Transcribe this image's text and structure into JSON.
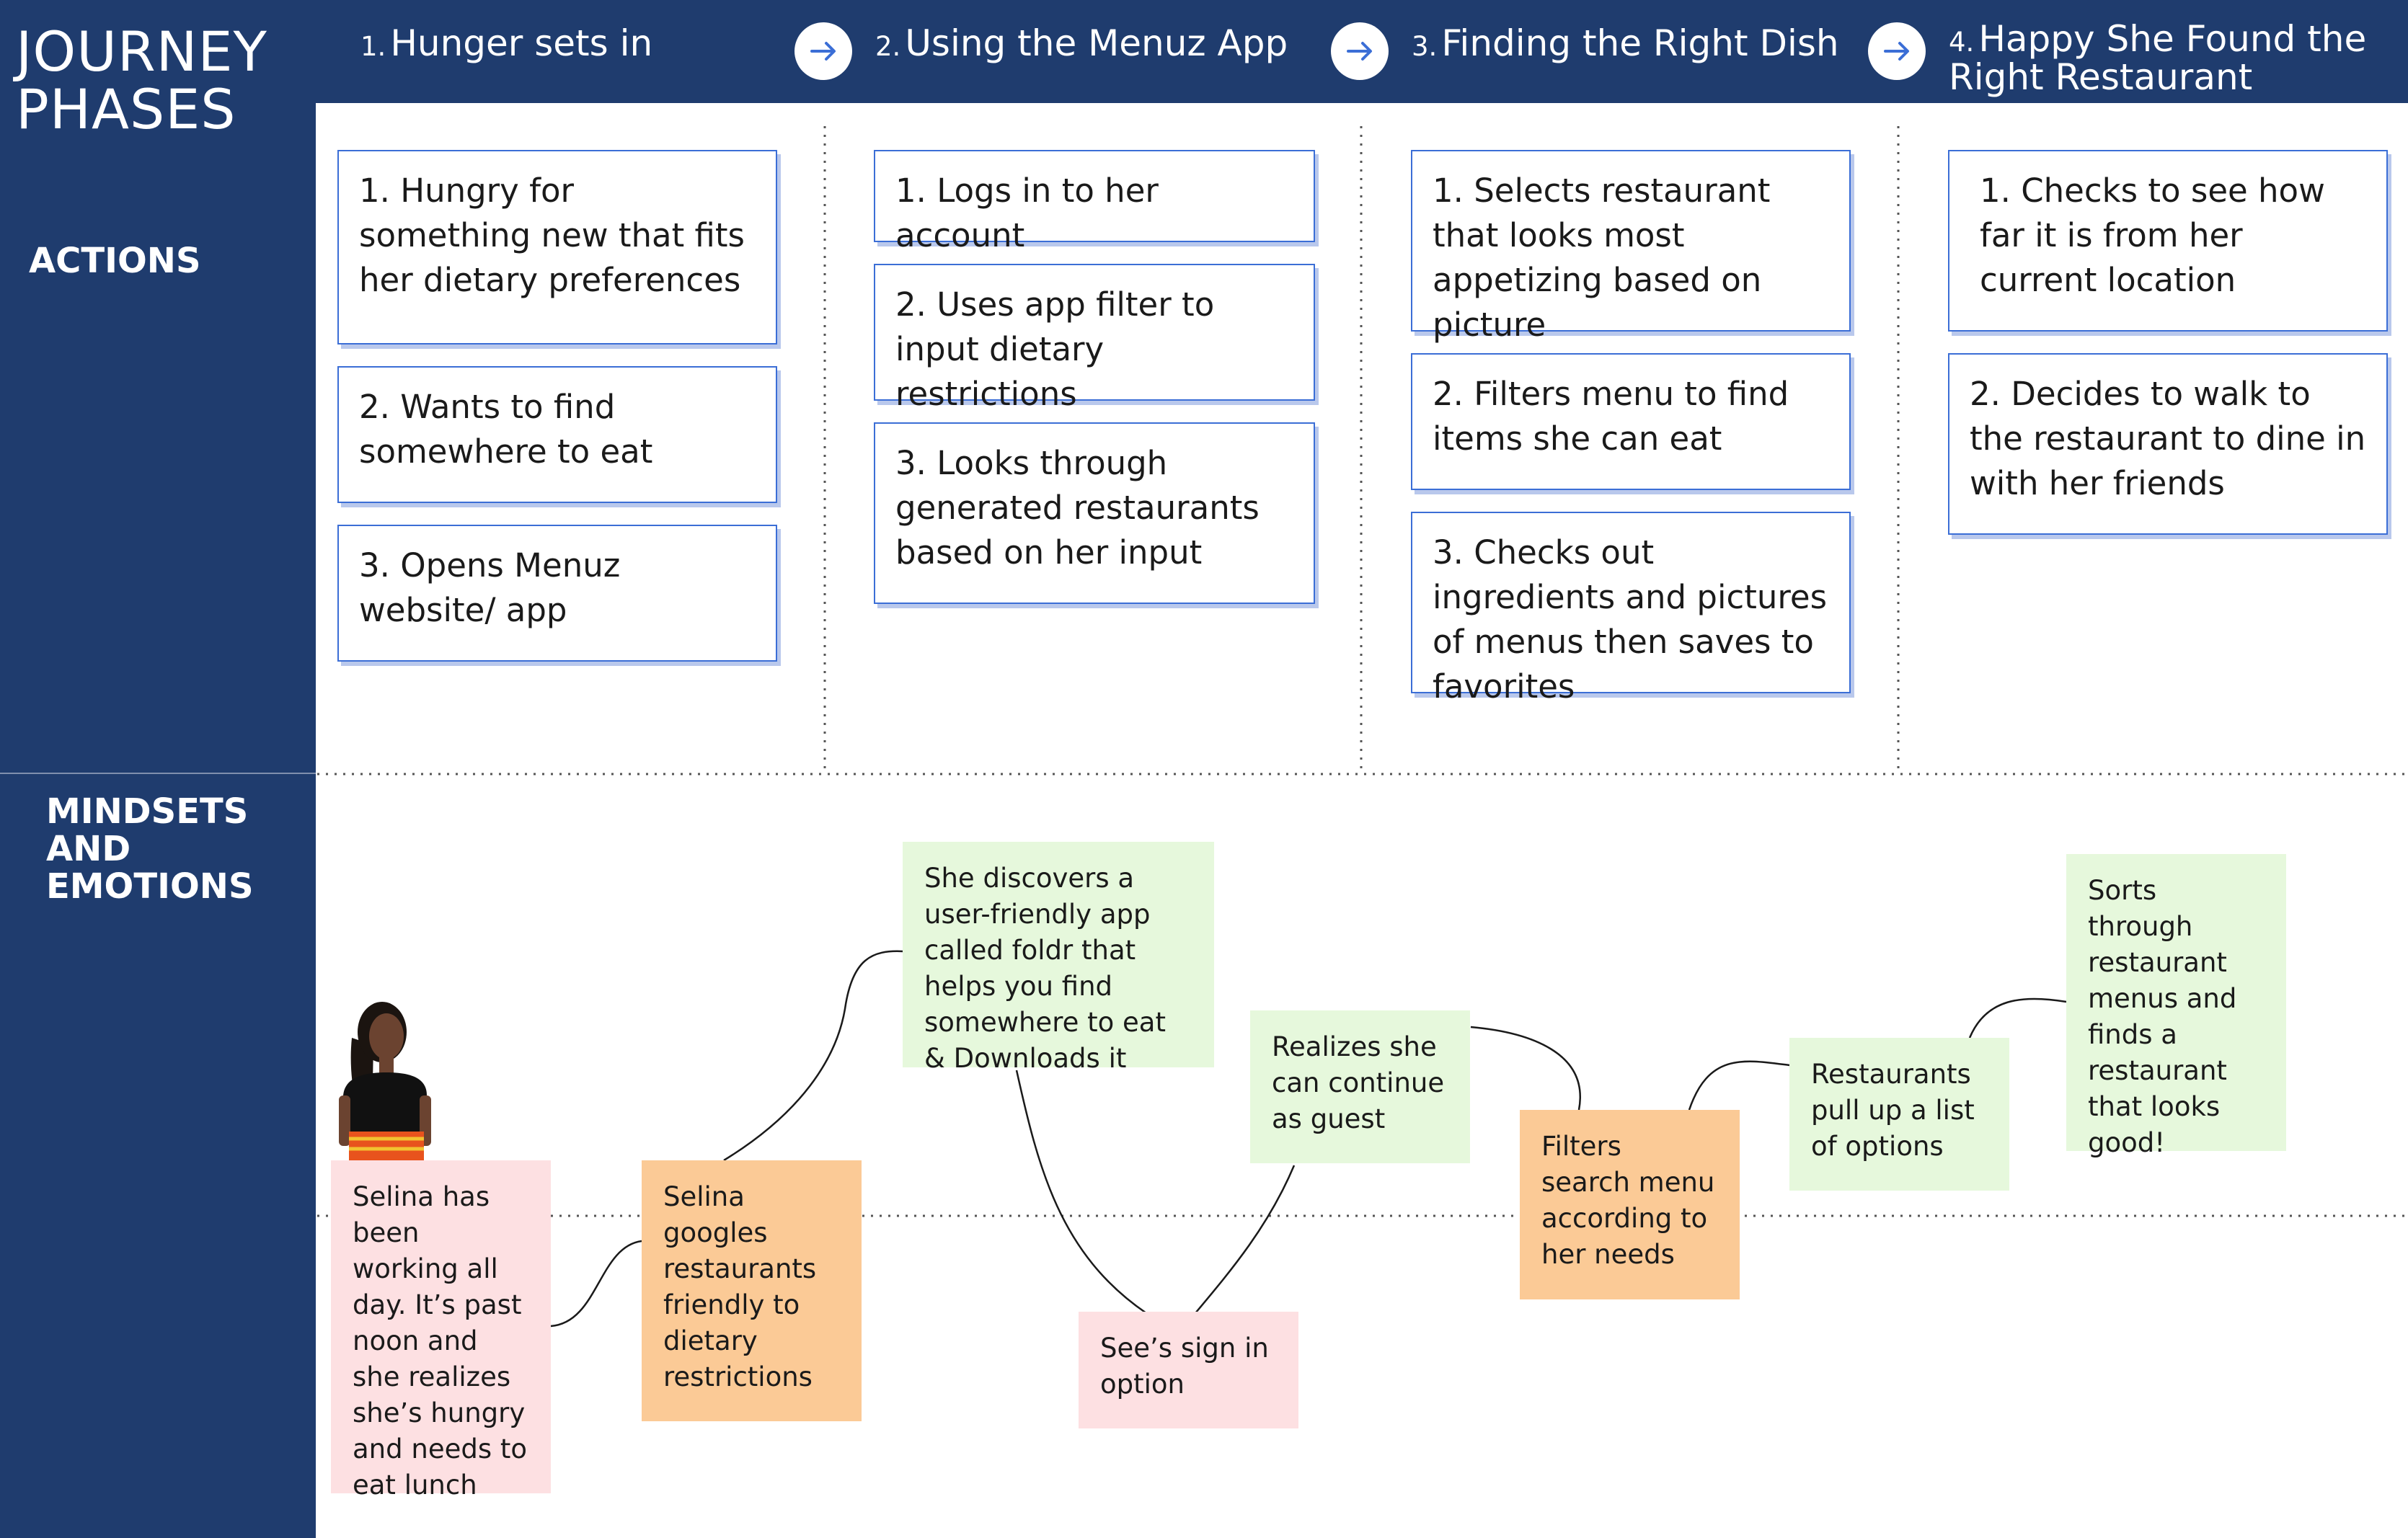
{
  "title": "JOURNEY PHASES",
  "rows": {
    "actions": "ACTIONS",
    "mindsets": "MINDSETS AND EMOTIONS"
  },
  "phases": [
    {
      "num": "1.",
      "label": "Hunger sets in"
    },
    {
      "num": "2.",
      "label": "Using the Menuz App"
    },
    {
      "num": "3.",
      "label": "Finding the Right Dish"
    },
    {
      "num": "4.",
      "label": "Happy She Found the Right Restaurant"
    }
  ],
  "icons": {
    "phase_arrow": "arrow-right-icon"
  },
  "actions": [
    [
      "1. Hungry for something new that fits her dietary preferences",
      "2. Wants to find somewhere to eat",
      "3. Opens Menuz website/ app"
    ],
    [
      "1. Logs in to her account",
      "2. Uses app filter to input dietary restrictions",
      "3. Looks through generated restaurants based on her input"
    ],
    [
      "1. Selects restaurant that looks most appetizing based on picture",
      "2.  Filters menu to find items she can eat",
      "3. Checks out ingredients and pictures of menus then saves to favorites"
    ],
    [
      "1.  Checks to see how far it is from her current location",
      "2. Decides to walk to the restaurant to dine in with her friends"
    ]
  ],
  "emotions": [
    {
      "text": "Selina has been working all day. It’s past noon and she realizes she’s hungry and needs to eat lunch",
      "color": "pink"
    },
    {
      "text": "Selina googles restaurants friendly to dietary restrictions",
      "color": "orange"
    },
    {
      "text": "She discovers a user-friendly app called foldr that helps you find somewhere to eat & Downloads it",
      "color": "green"
    },
    {
      "text": "See’s sign in option",
      "color": "pink"
    },
    {
      "text": "Realizes she can continue as guest",
      "color": "green"
    },
    {
      "text": "Filters search menu according to her needs",
      "color": "orange"
    },
    {
      "text": "Restaurants pull up a list of options",
      "color": "green"
    },
    {
      "text": "Sorts through restaurant menus and finds a restaurant that looks good!",
      "color": "green"
    }
  ],
  "colors": {
    "navy": "#1f3c6e",
    "card_border": "#3b6ed6",
    "pink": "#fde0e2",
    "orange": "#fbca96",
    "green": "#e6f8dc"
  }
}
